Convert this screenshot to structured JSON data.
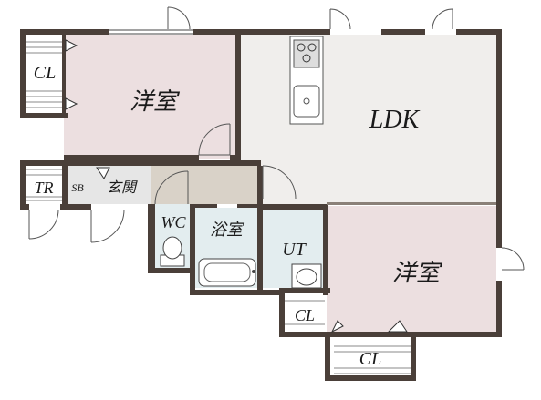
{
  "rooms": {
    "western_room_top": "洋室",
    "ldk": "LDK",
    "western_room_bottom": "洋室",
    "closet_top_left": "CL",
    "trunk_room": "TR",
    "shoe_box": "SB",
    "entrance": "玄関",
    "toilet": "WC",
    "bathroom": "浴室",
    "utility": "UT",
    "closet_small": "CL",
    "closet_bottom": "CL"
  },
  "colors": {
    "western_room_fill": "#ecdfe0",
    "ldk_fill": "#f0eeec",
    "closet_fill": "#ffffff",
    "entrance_fill": "#d9d2c8",
    "wet_area_fill": "#e3edef",
    "shoe_box_fill": "#e6e6e6",
    "wall": "#4a3f39"
  }
}
